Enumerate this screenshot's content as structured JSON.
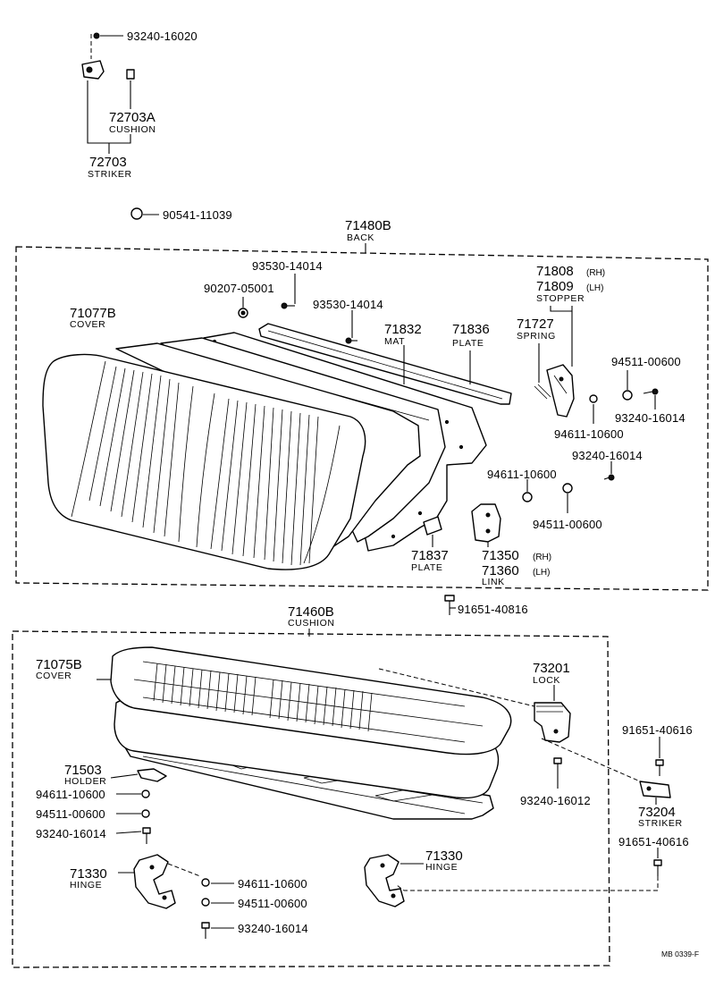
{
  "diagram_code": "MB 0339-F",
  "labels": {
    "p93240_16020": "93240-16020",
    "p72703A": "72703A",
    "n_cushion_small": "CUSHION",
    "p72703": "72703",
    "n_striker_top": "STRIKER",
    "p90541_11039": "90541-11039",
    "p71480B": "71480B",
    "n_back": "BACK",
    "p93530_14014_a": "93530-14014",
    "p90207_05001": "90207-05001",
    "p93530_14014_b": "93530-14014",
    "p71077B": "71077B",
    "n_cover_back": "COVER",
    "p71832": "71832",
    "n_mat": "MAT",
    "p71836": "71836",
    "n_plate_top": "PLATE",
    "p71808": "71808",
    "rh_71808": "(RH)",
    "p71809": "71809",
    "lh_71809": "(LH)",
    "n_stopper": "STOPPER",
    "p71727": "71727",
    "n_spring": "SPRING",
    "p94511_00600_a": "94511-00600",
    "p93240_16014_a": "93240-16014",
    "p94611_10600_a": "94611-10600",
    "p93240_16014_b": "93240-16014",
    "p94611_10600_b": "94611-10600",
    "p94511_00600_b": "94511-00600",
    "p71837": "71837",
    "n_plate_bottom": "PLATE",
    "p71350": "71350",
    "rh_71350": "(RH)",
    "p71360": "71360",
    "lh_71360": "(LH)",
    "n_link": "LINK",
    "p91651_40816": "91651-40816",
    "p71460B": "71460B",
    "n_cushion": "CUSHION",
    "p71075B": "71075B",
    "n_cover_cushion": "COVER",
    "p73201": "73201",
    "n_lock": "LOCK",
    "p91651_40616_a": "91651-40616",
    "p71503": "71503",
    "n_holder": "HOLDER",
    "p94611_10600_c": "94611-10600",
    "p94511_00600_c": "94511-00600",
    "p93240_16014_c": "93240-16014",
    "p93240_16012": "93240-16012",
    "p73204": "73204",
    "n_striker_bottom": "STRIKER",
    "p91651_40616_b": "91651-40616",
    "p71330_left": "71330",
    "n_hinge_left": "HINGE",
    "p71330_right": "71330",
    "n_hinge_right": "HINGE",
    "p94611_10600_d": "94611-10600",
    "p94511_00600_d": "94511-00600",
    "p93240_16014_d": "93240-16014"
  }
}
